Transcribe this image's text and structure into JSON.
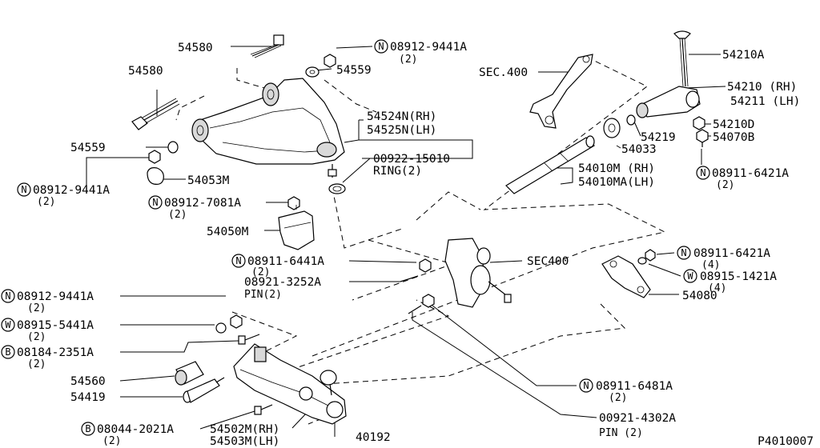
{
  "diagram_id": "P4010007",
  "labels": {
    "l54580a": "54580",
    "l54580b": "54580",
    "n0891294414a_top": "08912-9441A",
    "q2_top": "(2)",
    "l54559a": "54559",
    "l54559b": "54559",
    "l54524n": "54524N(RH)",
    "l54525n": "54525N(LH)",
    "l00922": "00922-15010",
    "ring2": "RING(2)",
    "n08912_left": "08912-9441A",
    "q2_left": "(2)",
    "l54053m": "54053M",
    "n08912_7081": "08912-7081A",
    "q2_7081": "(2)",
    "l54050m": "54050M",
    "sec400a": "SEC.400",
    "l54210a": "54210A",
    "l54210rh": "54210 (RH)",
    "l54211lh": "54211 (LH)",
    "l54219": "54219",
    "l54033": "54033",
    "l54210d": "54210D",
    "l54070b": "54070B",
    "l54010m": "54010M (RH)",
    "l54010ma": "54010MA(LH)",
    "n08911_6421_top": "08911-6421A",
    "q2_6421_top": "(2)",
    "n08911_6441": "08911-6441A",
    "q2_6441": "(2)",
    "l08921": "08921-3252A",
    "pin2a": "PIN(2)",
    "sec400b": "SEC400",
    "n08911_6421_mid": "08911-6421A",
    "q4_6421": "(4)",
    "w08915_1421": "08915-1421A",
    "q4_1421": "(4)",
    "l54080": "54080",
    "n08912_9441_bot": "08912-9441A",
    "q2_9441_bot": "(2)",
    "w08915_5441": "08915-5441A",
    "q2_5441": "(2)",
    "b08184": "08184-2351A",
    "q2_08184": "(2)",
    "l54560": "54560",
    "l54419": "54419",
    "b08044": "08044-2021A",
    "q2_08044": "(2)",
    "l54502m": "54502M(RH)",
    "l54503m": "54503M(LH)",
    "l40192": "40192",
    "n08911_6481": "08911-6481A",
    "q2_6481": "(2)",
    "l00921": "00921-4302A",
    "pin2b": "PIN (2)"
  },
  "badges": {
    "N": "N",
    "W": "W",
    "B": "B"
  }
}
